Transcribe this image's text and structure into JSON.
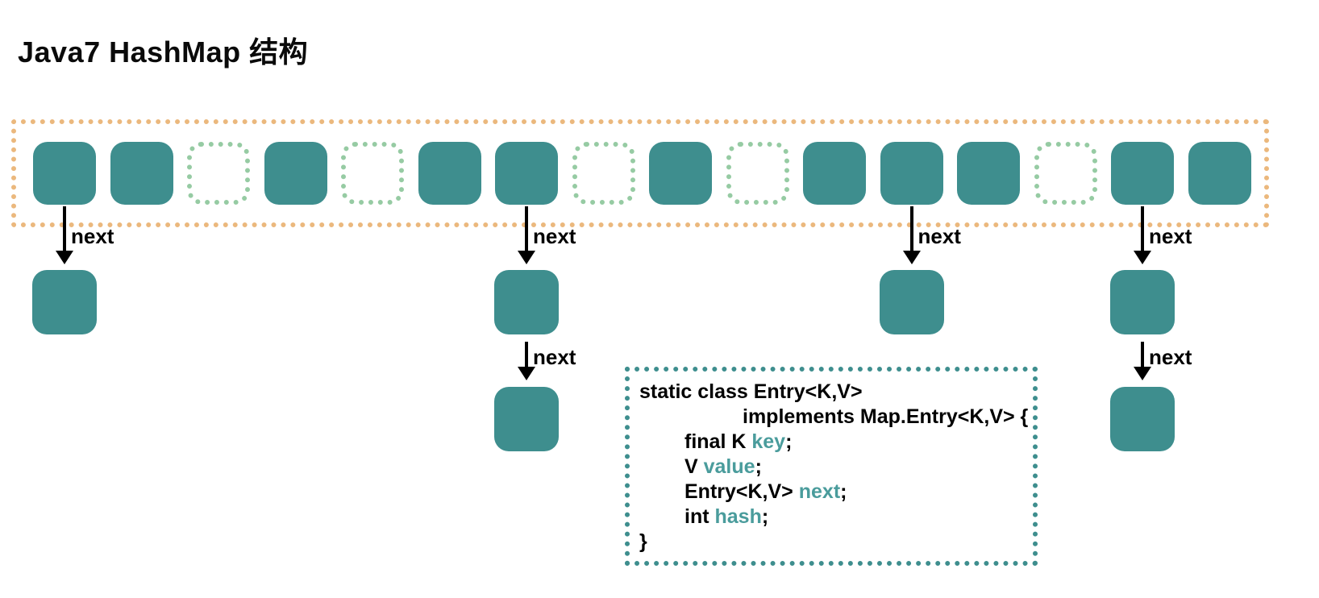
{
  "title": "Java7 HashMap 结构",
  "labels": {
    "next": "next"
  },
  "colors": {
    "node_fill": "#3E8E8E",
    "empty_cell": "#96CBA3",
    "array_border": "#EBB87D",
    "code_border": "#3E8E8E",
    "keyword": "#4A9C9C",
    "text": "#000000",
    "background": "#FFFFFF"
  },
  "bucket_array": {
    "cells": [
      "filled",
      "filled",
      "empty",
      "filled",
      "empty",
      "filled",
      "filled",
      "empty",
      "filled",
      "empty",
      "filled",
      "filled",
      "filled",
      "empty",
      "filled",
      "filled"
    ]
  },
  "chains": [
    {
      "cell_index": 0,
      "nodes": 1
    },
    {
      "cell_index": 6,
      "nodes": 2
    },
    {
      "cell_index": 11,
      "nodes": 1
    },
    {
      "cell_index": 14,
      "nodes": 2
    }
  ],
  "code": {
    "lines": [
      {
        "indent": 0,
        "segments": [
          {
            "text": "static class Entry<K,V>",
            "style": "plain"
          }
        ]
      },
      {
        "indent": 2,
        "segments": [
          {
            "text": "implements Map.Entry<K,V> {",
            "style": "plain"
          }
        ]
      },
      {
        "indent": 1,
        "segments": [
          {
            "text": "final K ",
            "style": "plain"
          },
          {
            "text": "key",
            "style": "keyword"
          },
          {
            "text": ";",
            "style": "plain"
          }
        ]
      },
      {
        "indent": 1,
        "segments": [
          {
            "text": "V ",
            "style": "plain"
          },
          {
            "text": "value",
            "style": "keyword"
          },
          {
            "text": ";",
            "style": "plain"
          }
        ]
      },
      {
        "indent": 1,
        "segments": [
          {
            "text": "Entry<K,V> ",
            "style": "plain"
          },
          {
            "text": "next",
            "style": "keyword"
          },
          {
            "text": ";",
            "style": "plain"
          }
        ]
      },
      {
        "indent": 1,
        "segments": [
          {
            "text": "int ",
            "style": "plain"
          },
          {
            "text": "hash",
            "style": "keyword"
          },
          {
            "text": ";",
            "style": "plain"
          }
        ]
      },
      {
        "indent": 0,
        "segments": [
          {
            "text": "}",
            "style": "plain"
          }
        ]
      }
    ]
  }
}
